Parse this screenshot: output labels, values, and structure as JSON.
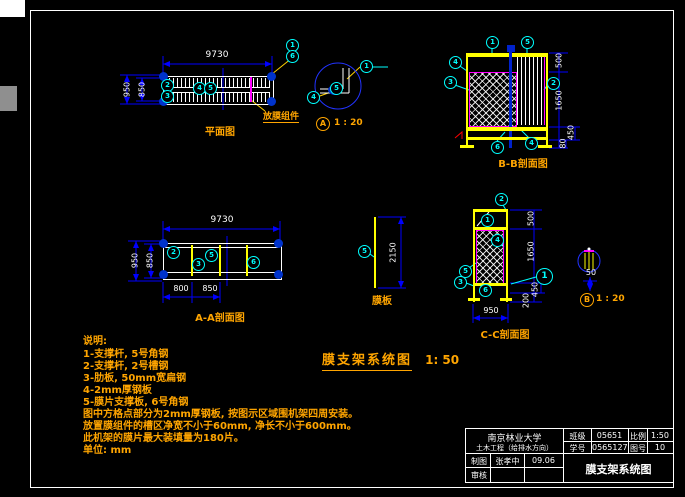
{
  "colors": {
    "background": "#000000",
    "line_white": "#ffffff",
    "dim_blue": "#0000ff",
    "bubble_cyan": "#00ffff",
    "steel_yellow": "#ffff00",
    "label_orange": "#ffa500",
    "membrane_magenta": "#ff00ff",
    "node_blue": "#0033cc",
    "mark_red": "#ff0000"
  },
  "plan": {
    "title": "平面图",
    "dim_top": "9730",
    "dim_left_outer": "950",
    "dim_left_inner": "850",
    "callout_label": "放膜组件",
    "bubble_left_top": "2",
    "bubble_left_bottom": "3",
    "bubble_mid_a": "4",
    "bubble_mid_b": "5",
    "corner_bubble_top": "1",
    "corner_bubble_bottom": "6"
  },
  "detail_a": {
    "bubble_right": "1",
    "bubble_left": "4",
    "bubble_center": "5",
    "marker": "A",
    "scale": "1 : 20"
  },
  "section_bb": {
    "title": "B-B剖面图",
    "bubble_top_left": "1",
    "bubble_top_right": "5",
    "bubble_left_upper": "4",
    "bubble_left_lower": "3",
    "bubble_right": "2",
    "bubble_bottom_left": "6",
    "bubble_bottom_right": "4",
    "dim_500": "500",
    "dim_1650": "1650",
    "dim_450": "450",
    "dim_80": "80"
  },
  "section_aa": {
    "title": "A-A剖面图",
    "dim_top": "9730",
    "dim_left_outer": "950",
    "dim_left_inner": "850",
    "dim_bottom_left": "800",
    "dim_bottom_right": "850",
    "bubble_1": "2",
    "bubble_2": "5",
    "bubble_3": "3",
    "bubble_4": "6"
  },
  "membrane_plate": {
    "label": "膜板",
    "dim_height": "2150",
    "bubble": "5"
  },
  "section_cc": {
    "title": "C-C剖面图",
    "bubble_top": "2",
    "bubble_cell": "1",
    "bubble_mid": "4",
    "bubble_left_upper": "5",
    "bubble_left_lower": "3",
    "bubble_bottom": "6",
    "callout_bubble": "1",
    "dim_500": "500",
    "dim_1650": "1650",
    "dim_450": "450",
    "dim_200": "200",
    "dim_bottom": "950"
  },
  "detail_b": {
    "dim": "50",
    "marker": "B",
    "scale": "1 : 20"
  },
  "main_title": {
    "text": "膜支架系统图",
    "scale": "1: 50"
  },
  "notes": {
    "heading": "说明:",
    "line1": "1-支撑杆, 5号角钢",
    "line2": "2-支撑杆, 2号槽钢",
    "line3": "3-肋板, 50mm宽扁钢",
    "line4": "4-2mm厚钢板",
    "line5": "5-膜片支撑板, 6号角钢",
    "line6": "图中方格点部分为2mm厚钢板, 按图示区域围机架四周安装。",
    "line7": "放置膜组件的槽区净宽不小于60mm, 净长不小于600mm。",
    "line8": "此机架的膜片最大装填量为180片。",
    "line9": "单位: mm"
  },
  "title_block": {
    "school": "南京林业大学",
    "department": "土木工程（给排水方向）",
    "class_label": "班级",
    "class_value": "05651",
    "scale_label": "比例",
    "scale_value": "1:50",
    "student_label": "学号",
    "student_value": "0565127",
    "figure_label": "图号",
    "figure_value": "10",
    "drafter_label": "制图",
    "drafter_name": "张孝中",
    "drafter_date": "09.06",
    "checker_label": "审核",
    "drawing_title": "膜支架系统图"
  }
}
